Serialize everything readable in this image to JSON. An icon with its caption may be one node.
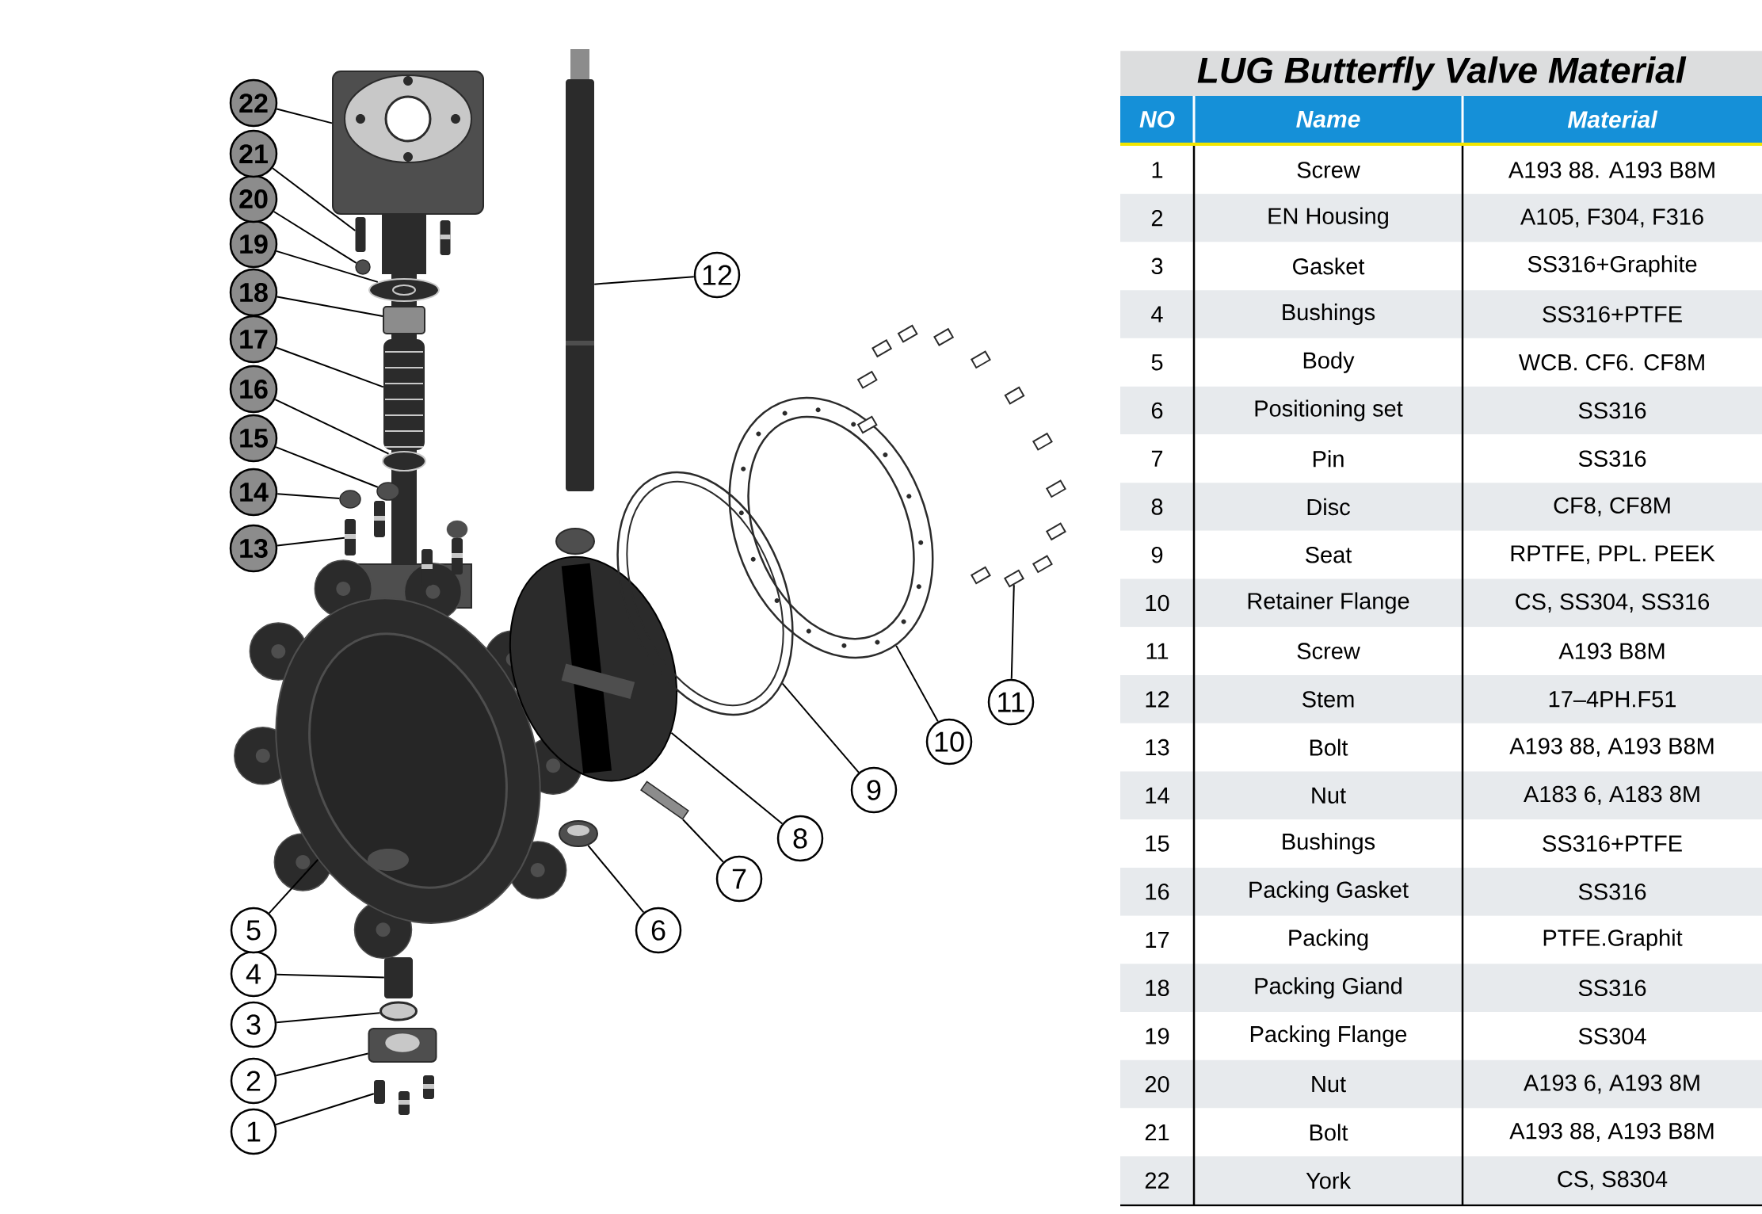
{
  "diagram": {
    "title": "LUG Butterfly Valve Material",
    "nodes": [
      {
        "text": [
          "1"
        ]
      },
      {
        "text": [
          "2"
        ]
      },
      {
        "text": [
          "3"
        ]
      },
      {
        "text": [
          "4"
        ]
      },
      {
        "text": [
          "5"
        ]
      },
      {
        "text": [
          "6"
        ]
      },
      {
        "text": [
          "7"
        ]
      },
      {
        "text": [
          "8"
        ]
      },
      {
        "text": [
          "9"
        ]
      },
      {
        "text": [
          "10"
        ]
      },
      {
        "text": [
          "11"
        ]
      },
      {
        "text": [
          "12"
        ]
      },
      {
        "text": [
          "13"
        ]
      },
      {
        "text": [
          "14"
        ]
      },
      {
        "text": [
          "15"
        ]
      },
      {
        "text": [
          "16"
        ]
      },
      {
        "text": [
          "17"
        ]
      },
      {
        "text": [
          "18"
        ]
      },
      {
        "text": [
          "19"
        ]
      },
      {
        "text": [
          "20"
        ]
      },
      {
        "text": [
          "21"
        ]
      },
      {
        "text": [
          "22"
        ]
      },
      {
        "text": [],
        "shape": "picture"
      },
      {
        "text": [],
        "shape": "picture"
      },
      {
        "text": [],
        "shape": "circle"
      },
      {
        "text": [],
        "shape": "picture"
      },
      {
        "text": [],
        "shape": "picture"
      },
      {
        "text": [],
        "shape": "box"
      },
      {
        "text": [],
        "shape": "picture"
      },
      {
        "text": [],
        "shape": "circle"
      },
      {
        "text": [],
        "shape": "circle"
      },
      {
        "text": [],
        "shape": "picture"
      },
      {
        "text": [],
        "shape": "picture"
      },
      {
        "text": [],
        "shape": "picture"
      },
      {
        "text": [],
        "shape": "picture"
      },
      {
        "text": [],
        "shape": "picture"
      },
      {
        "text": [],
        "shape": "picture"
      },
      {
        "text": [],
        "shape": "picture"
      },
      {
        "text": [],
        "shape": "picture"
      },
      {
        "text": [],
        "shape": "picture"
      },
      {
        "text": [],
        "shape": "box"
      },
      {
        "text": [],
        "shape": "circle"
      },
      {
        "text": [],
        "shape": "picture"
      },
      {
        "text": [],
        "shape": "picture"
      }
    ],
    "edges": [
      {
        "from": 0,
        "to": 43,
        "arrow": "none"
      },
      {
        "from": 1,
        "to": 42,
        "arrow": "none"
      },
      {
        "from": 2,
        "to": 41,
        "arrow": "none"
      },
      {
        "from": 3,
        "to": 40,
        "arrow": "none"
      },
      {
        "from": 4,
        "to": 37,
        "arrow": "none"
      },
      {
        "from": 5,
        "to": 39,
        "arrow": "none"
      },
      {
        "from": 6,
        "to": 38,
        "arrow": "none"
      },
      {
        "from": 7,
        "to": 36,
        "arrow": "none"
      },
      {
        "from": 8,
        "to": 35,
        "arrow": "none"
      },
      {
        "from": 9,
        "to": 32,
        "arrow": "none"
      },
      {
        "from": 10,
        "to": 34,
        "arrow": "none"
      },
      {
        "from": 11,
        "to": 25,
        "arrow": "none"
      },
      {
        "from": 12,
        "to": 33,
        "arrow": "none"
      },
      {
        "from": 13,
        "to": 31,
        "arrow": "none"
      },
      {
        "from": 14,
        "to": 30,
        "arrow": "none"
      },
      {
        "from": 15,
        "to": 29,
        "arrow": "none"
      },
      {
        "from": 16,
        "to": 28,
        "arrow": "none"
      },
      {
        "from": 17,
        "to": 27,
        "arrow": "none"
      },
      {
        "from": 18,
        "to": 26,
        "arrow": "none"
      },
      {
        "from": 19,
        "to": 24,
        "arrow": "none"
      },
      {
        "from": 20,
        "to": 23,
        "arrow": "none"
      },
      {
        "from": 21,
        "to": 22,
        "arrow": "none"
      }
    ],
    "labels": [
      "NO",
      "Name",
      "Material",
      "1",
      "Screw",
      "A193 88. A193 B8M",
      "2",
      "EN Housing",
      "A105, F304, F316",
      "3",
      "Gasket",
      "SS316+Graphite",
      "4",
      "Bushings",
      "SS316+PTFE",
      "5",
      "Body",
      "WCB. CF6. CF8M",
      "6",
      "Positioning set",
      "SS316",
      "7",
      "Pin",
      "SS316",
      "8",
      "Disc",
      "CF8, CF8M",
      "9",
      "Seat",
      "RPTFE, PPL. PEEK",
      "10",
      "Retainer Flange",
      "CS, SS304, SS316",
      "11",
      "Screw",
      "A193 B8M",
      "12",
      "Stem",
      "17–4PH.F51",
      "13",
      "Bolt",
      "A193 88, A193 B8M",
      "14",
      "Nut",
      "A183 6, A183 8M",
      "15",
      "Bushings",
      "SS316+PTFE",
      "16",
      "Packing Gasket",
      "SS316",
      "17",
      "Packing",
      "PTFE.Graphit",
      "18",
      "Packing Giand",
      "SS316",
      "19",
      "Packing Flange",
      "SS304",
      "20",
      "Nut",
      "A193 6, A193 8M",
      "21",
      "Bolt",
      "A193 88, A193 B8M",
      "22",
      "York",
      "CS, S8304"
    ]
  }
}
